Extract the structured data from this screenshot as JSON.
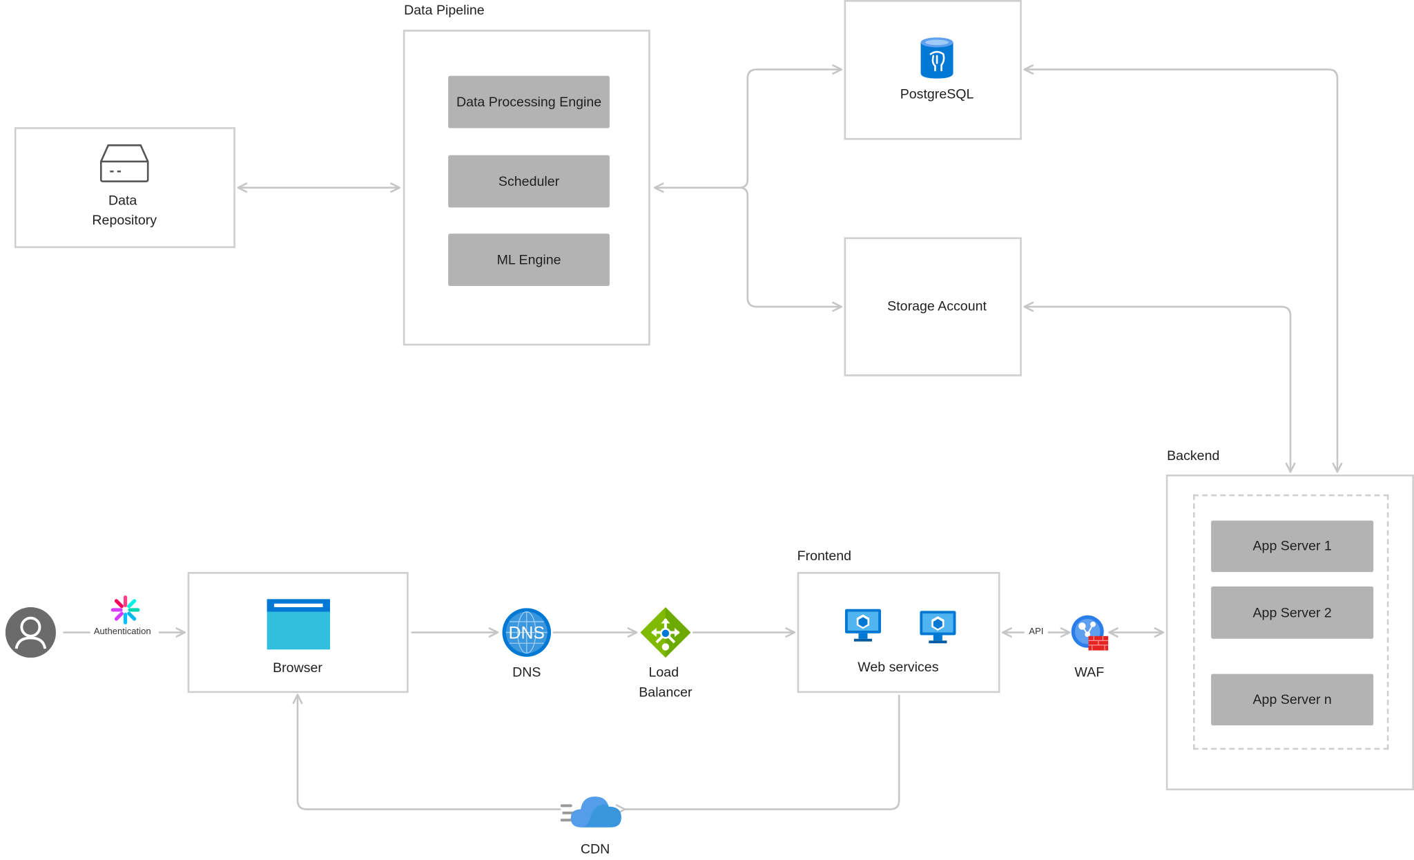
{
  "groups": {
    "data_pipeline": "Data Pipeline",
    "backend": "Backend",
    "frontend": "Frontend"
  },
  "nodes": {
    "data_repository": [
      "Data",
      "Repository"
    ],
    "data_processing_engine": "Data Processing Engine",
    "scheduler": "Scheduler",
    "ml_engine": "ML Engine",
    "postgresql": "PostgreSQL",
    "storage_account": "Storage Account",
    "browser": "Browser",
    "dns": "DNS",
    "dns_icon_text": "DNS",
    "load_balancer": [
      "Load",
      "Balancer"
    ],
    "web_services": "Web services",
    "waf": "WAF",
    "cdn": "CDN",
    "app_server_1": "App Server 1",
    "app_server_2": "App Server 2",
    "app_server_n": "App Server n"
  },
  "edge_labels": {
    "authentication": "Authentication",
    "api": "API"
  },
  "icons": {
    "user": "user-avatar-icon",
    "auth": "jwt-auth-icon",
    "repo": "storage-drive-icon",
    "postgres": "postgresql-database-icon",
    "browser": "browser-window-icon",
    "dns": "dns-globe-icon",
    "lb": "load-balancer-icon",
    "web": "virtual-machine-icon",
    "waf": "web-application-firewall-icon",
    "cdn": "cloud-cdn-icon"
  },
  "colors": {
    "box_border": "#cfcfcf",
    "connector": "#c6c6c6",
    "component_fill": "#b3b3b3",
    "azure_blue": "#0078d4",
    "lb_green": "#7fba00"
  }
}
